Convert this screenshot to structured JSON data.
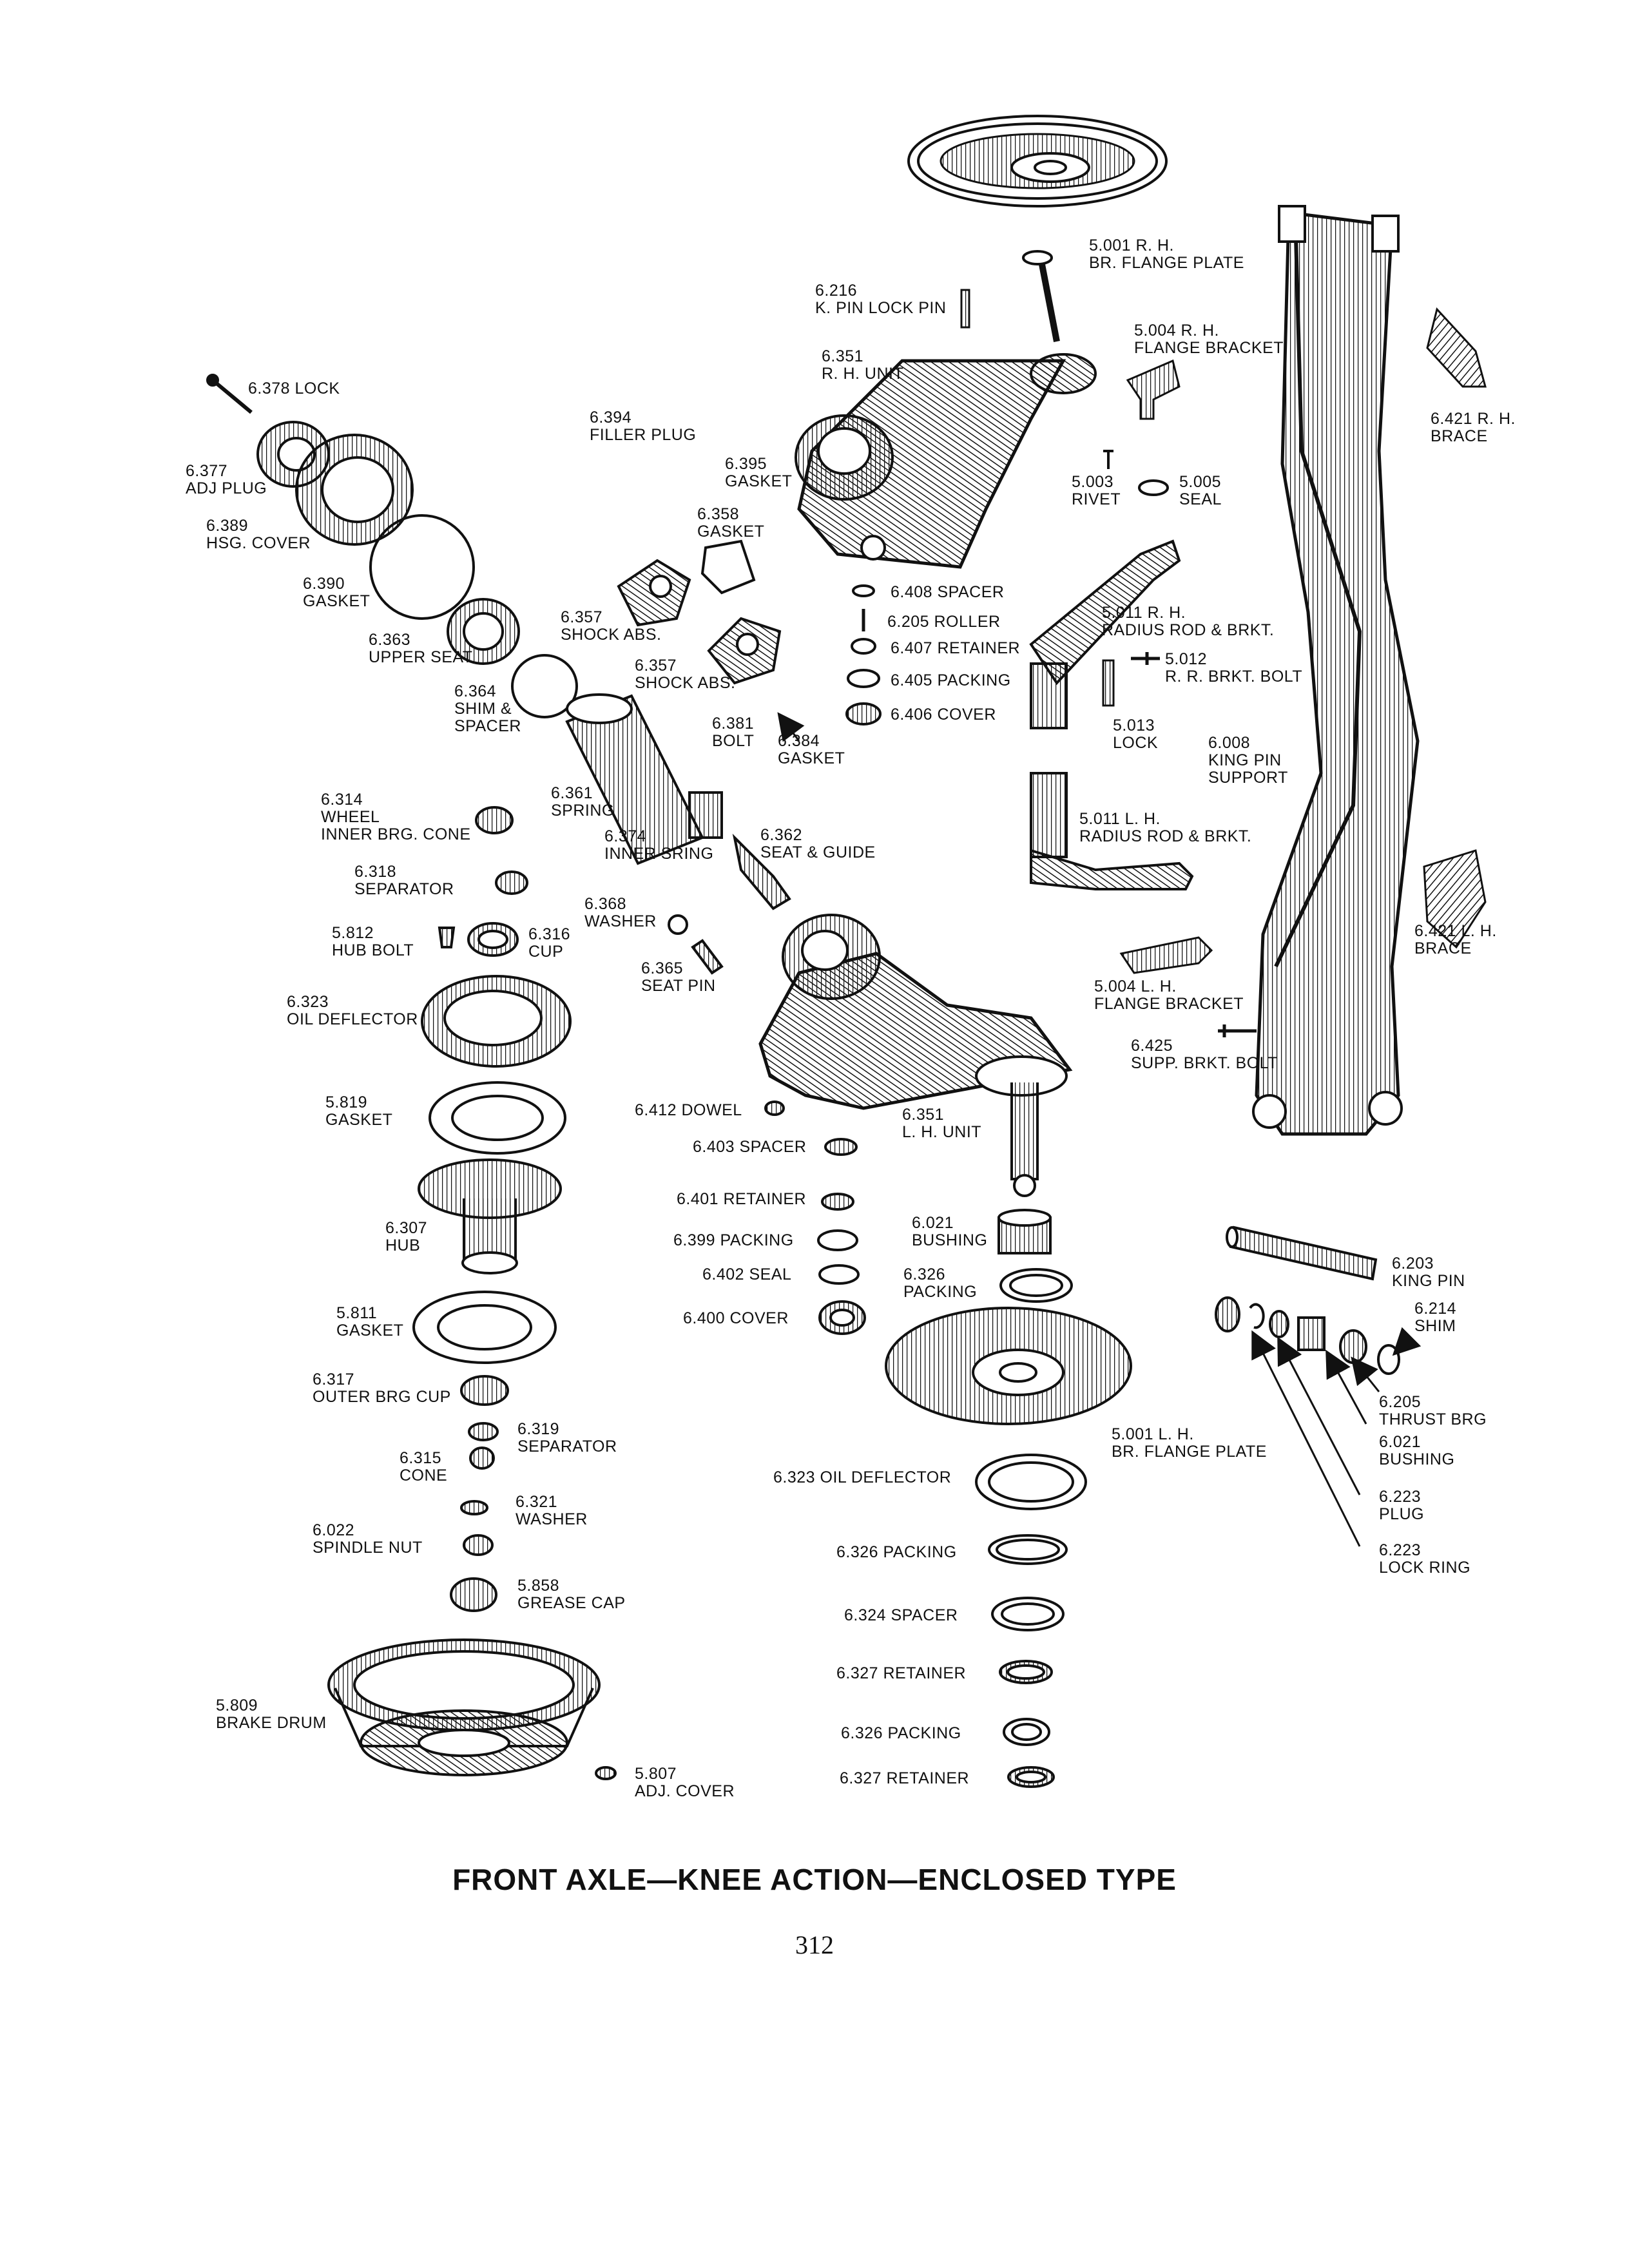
{
  "title": "FRONT AXLE—KNEE ACTION—ENCLOSED TYPE",
  "page_number": "312",
  "colors": {
    "ink": "#111111",
    "paper": "#ffffff"
  },
  "labels": [
    {
      "id": "l5001rh",
      "lines": [
        "5.001 R. H.",
        "BR. FLANGE PLATE"
      ]
    },
    {
      "id": "l6216",
      "lines": [
        "6.216",
        "K. PIN LOCK PIN"
      ]
    },
    {
      "id": "l5004rh",
      "lines": [
        "5.004 R. H.",
        "FLANGE BRACKET"
      ]
    },
    {
      "id": "l6351rh",
      "lines": [
        "6.351",
        "R. H. UNIT"
      ]
    },
    {
      "id": "l6378",
      "lines": [
        "6.378 LOCK"
      ]
    },
    {
      "id": "l6394",
      "lines": [
        "6.394",
        "FILLER PLUG"
      ]
    },
    {
      "id": "l6421rh",
      "lines": [
        "6.421 R. H.",
        "BRACE"
      ]
    },
    {
      "id": "l6377",
      "lines": [
        "6.377",
        "ADJ PLUG"
      ]
    },
    {
      "id": "l6395",
      "lines": [
        "6.395",
        "GASKET"
      ]
    },
    {
      "id": "l5003",
      "lines": [
        "5.003",
        "RIVET"
      ]
    },
    {
      "id": "l5005",
      "lines": [
        "5.005",
        "SEAL"
      ]
    },
    {
      "id": "l6389",
      "lines": [
        "6.389",
        "HSG. COVER"
      ]
    },
    {
      "id": "l6358",
      "lines": [
        "6.358",
        "GASKET"
      ]
    },
    {
      "id": "l6390",
      "lines": [
        "6.390",
        "GASKET"
      ]
    },
    {
      "id": "l6408",
      "lines": [
        "6.408 SPACER"
      ]
    },
    {
      "id": "l5011rh",
      "lines": [
        "5.011 R. H.",
        "RADIUS ROD & BRKT."
      ]
    },
    {
      "id": "l6357a",
      "lines": [
        "6.357",
        "SHOCK ABS."
      ]
    },
    {
      "id": "l6205a",
      "lines": [
        "6.205 ROLLER"
      ]
    },
    {
      "id": "l6363",
      "lines": [
        "6.363",
        "UPPER SEAT"
      ]
    },
    {
      "id": "l6407",
      "lines": [
        "6.407 RETAINER"
      ]
    },
    {
      "id": "l5012",
      "lines": [
        "5.012",
        "R. R. BRKT. BOLT"
      ]
    },
    {
      "id": "l6357b",
      "lines": [
        "6.357",
        "SHOCK ABS."
      ]
    },
    {
      "id": "l6405",
      "lines": [
        "6.405 PACKING"
      ]
    },
    {
      "id": "l6364",
      "lines": [
        "6.364",
        "SHIM &",
        "SPACER"
      ]
    },
    {
      "id": "l6381",
      "lines": [
        "6.381",
        "BOLT"
      ]
    },
    {
      "id": "l6384",
      "lines": [
        "6.384",
        "GASKET"
      ]
    },
    {
      "id": "l6406",
      "lines": [
        "6.406 COVER"
      ]
    },
    {
      "id": "l5013",
      "lines": [
        "5.013",
        "LOCK"
      ]
    },
    {
      "id": "l6008",
      "lines": [
        "6.008",
        "KING PIN",
        "SUPPORT"
      ]
    },
    {
      "id": "l6314",
      "lines": [
        "6.314",
        "WHEEL",
        "INNER BRG. CONE"
      ]
    },
    {
      "id": "l6361",
      "lines": [
        "6.361",
        "SPRING"
      ]
    },
    {
      "id": "l5011lh",
      "lines": [
        "5.011 L. H.",
        "RADIUS ROD & BRKT."
      ]
    },
    {
      "id": "l6374",
      "lines": [
        "6.374",
        "INNER SRING"
      ]
    },
    {
      "id": "l6362",
      "lines": [
        "6.362",
        "SEAT & GUIDE"
      ]
    },
    {
      "id": "l6318",
      "lines": [
        "6.318",
        "SEPARATOR"
      ]
    },
    {
      "id": "l6368",
      "lines": [
        "6.368",
        "WASHER"
      ]
    },
    {
      "id": "l5812",
      "lines": [
        "5.812",
        "HUB BOLT"
      ]
    },
    {
      "id": "l6316",
      "lines": [
        "6.316",
        "CUP"
      ]
    },
    {
      "id": "l6421lh",
      "lines": [
        "6.421 L. H.",
        "BRACE"
      ]
    },
    {
      "id": "l6365",
      "lines": [
        "6.365",
        "SEAT PIN"
      ]
    },
    {
      "id": "l5004lh",
      "lines": [
        "5.004 L. H.",
        "FLANGE BRACKET"
      ]
    },
    {
      "id": "l6323a",
      "lines": [
        "6.323",
        "OIL DEFLECTOR"
      ]
    },
    {
      "id": "l6425",
      "lines": [
        "6.425",
        "SUPP. BRKT. BOLT"
      ]
    },
    {
      "id": "l5819",
      "lines": [
        "5.819",
        "GASKET"
      ]
    },
    {
      "id": "l6412",
      "lines": [
        "6.412 DOWEL"
      ]
    },
    {
      "id": "l6351lh",
      "lines": [
        "6.351",
        "L. H. UNIT"
      ]
    },
    {
      "id": "l6403",
      "lines": [
        "6.403 SPACER"
      ]
    },
    {
      "id": "l6401",
      "lines": [
        "6.401 RETAINER"
      ]
    },
    {
      "id": "l6021a",
      "lines": [
        "6.021",
        "BUSHING"
      ]
    },
    {
      "id": "l6307",
      "lines": [
        "6.307",
        "HUB"
      ]
    },
    {
      "id": "l6399",
      "lines": [
        "6.399 PACKING"
      ]
    },
    {
      "id": "l6203",
      "lines": [
        "6.203",
        "KING PIN"
      ]
    },
    {
      "id": "l6402",
      "lines": [
        "6.402 SEAL"
      ]
    },
    {
      "id": "l6326a",
      "lines": [
        "6.326",
        "PACKING"
      ]
    },
    {
      "id": "l6214",
      "lines": [
        "6.214",
        "SHIM"
      ]
    },
    {
      "id": "l5811",
      "lines": [
        "5.811",
        "GASKET"
      ]
    },
    {
      "id": "l6400",
      "lines": [
        "6.400 COVER"
      ]
    },
    {
      "id": "l6317",
      "lines": [
        "6.317",
        "OUTER BRG CUP"
      ]
    },
    {
      "id": "l6205b",
      "lines": [
        "6.205",
        "THRUST BRG"
      ]
    },
    {
      "id": "l5001lh",
      "lines": [
        "5.001 L. H.",
        "BR. FLANGE PLATE"
      ]
    },
    {
      "id": "l6319",
      "lines": [
        "6.319",
        "SEPARATOR"
      ]
    },
    {
      "id": "l6021b",
      "lines": [
        "6.021",
        "BUSHING"
      ]
    },
    {
      "id": "l6315",
      "lines": [
        "6.315",
        "CONE"
      ]
    },
    {
      "id": "l6323b",
      "lines": [
        "6.323 OIL DEFLECTOR"
      ]
    },
    {
      "id": "l6223a",
      "lines": [
        "6.223",
        "PLUG"
      ]
    },
    {
      "id": "l6321",
      "lines": [
        "6.321",
        "WASHER"
      ]
    },
    {
      "id": "l6022",
      "lines": [
        "6.022",
        "SPINDLE NUT"
      ]
    },
    {
      "id": "l6326b",
      "lines": [
        "6.326 PACKING"
      ]
    },
    {
      "id": "l6223b",
      "lines": [
        "6.223",
        "LOCK RING"
      ]
    },
    {
      "id": "l5858",
      "lines": [
        "5.858",
        "GREASE CAP"
      ]
    },
    {
      "id": "l6324",
      "lines": [
        "6.324 SPACER"
      ]
    },
    {
      "id": "l6327a",
      "lines": [
        "6.327 RETAINER"
      ]
    },
    {
      "id": "l5809",
      "lines": [
        "5.809",
        "BRAKE DRUM"
      ]
    },
    {
      "id": "l6326c",
      "lines": [
        "6.326 PACKING"
      ]
    },
    {
      "id": "l5807",
      "lines": [
        "5.807",
        "ADJ. COVER"
      ]
    },
    {
      "id": "l6327b",
      "lines": [
        "6.327 RETAINER"
      ]
    }
  ]
}
